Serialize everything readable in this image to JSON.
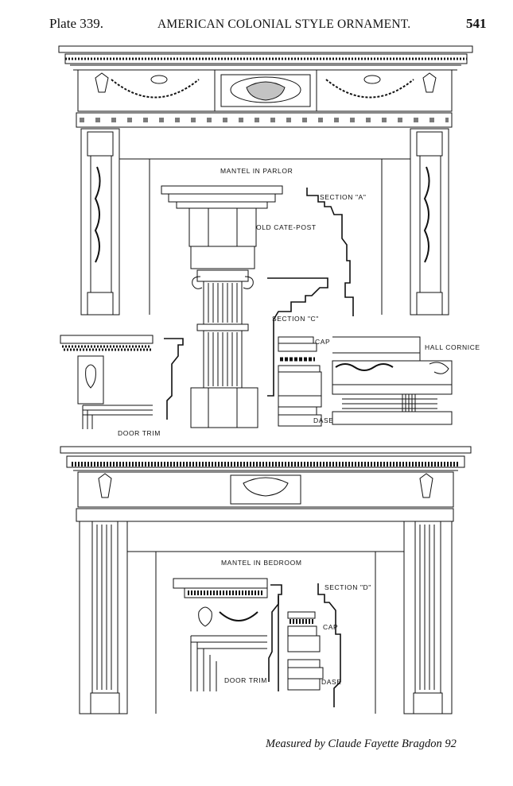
{
  "header": {
    "plate": "Plate 339.",
    "title": "AMERICAN COLONIAL STYLE ORNAMENT.",
    "page_number": "541"
  },
  "labels": {
    "mantel_parlor": "MANTEL IN PARLOR",
    "section_a": "SECTION \"A\"",
    "old_gate_post": "OLD CATE-POST",
    "section_c": "SECTION \"C\"",
    "cap_1": "CAP",
    "hall_cornice": "HALL CORNICE",
    "base_1": "DASE",
    "door_trim_1": "DOOR TRIM",
    "mantel_bedroom": "MANTEL IN BEDROOM",
    "section_d": "SECTION \"D\"",
    "cap_2": "CAP",
    "door_trim_2": "DOOR TRIM",
    "base_2": "DASE"
  },
  "credit": "Measured by Claude Fayette Bragdon 92",
  "colors": {
    "ink": "#111111",
    "paper": "#ffffff"
  }
}
